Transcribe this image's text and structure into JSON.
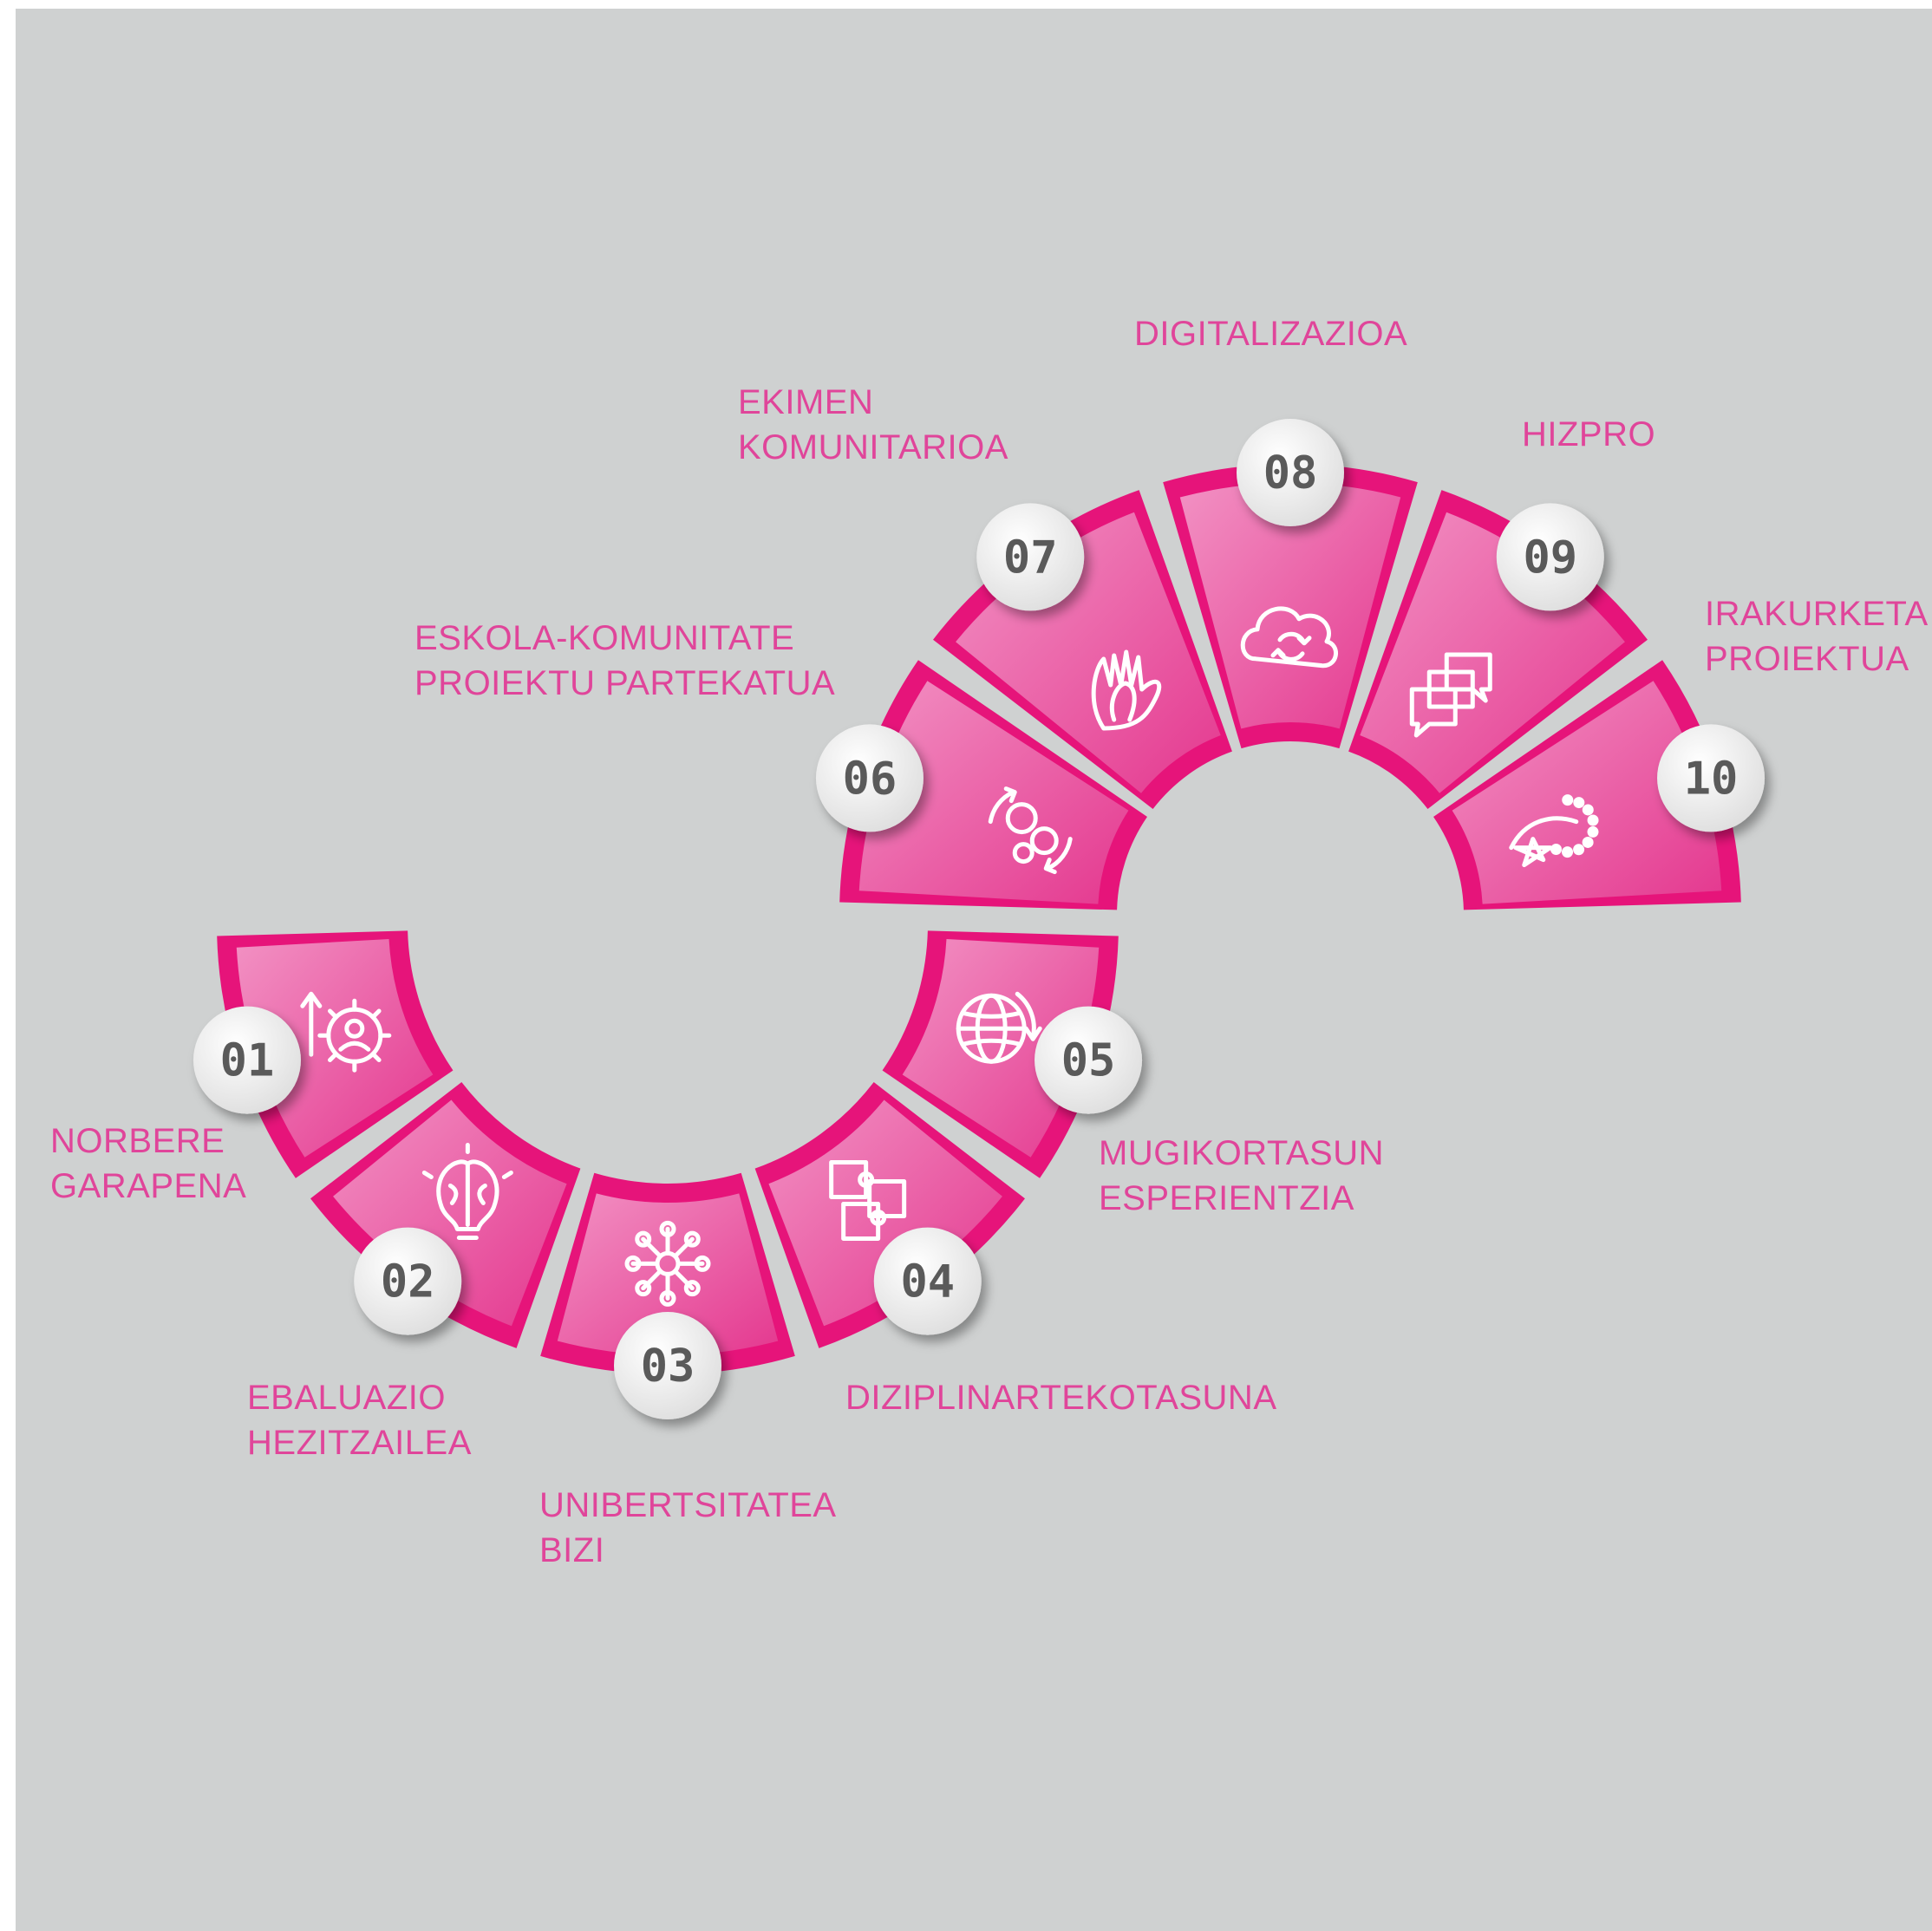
{
  "colors": {
    "background": "#cfd1d1",
    "segment_outer": "#e6147a",
    "segment_inner_light": "#f07ab5",
    "label": "#e0459a",
    "number_text": "#5a5a5a",
    "badge": "#f4f4f4"
  },
  "steps": [
    {
      "number": "01",
      "label_lines": [
        "NORBERE",
        "GARAPENA"
      ],
      "icon": "growth-gear-person-icon"
    },
    {
      "number": "02",
      "label_lines": [
        "EBALUAZIO",
        "HEZITZAILEA"
      ],
      "icon": "brain-lightbulb-icon"
    },
    {
      "number": "03",
      "label_lines": [
        "UNIBERTSITATEA",
        "BIZI"
      ],
      "icon": "network-nodes-icon"
    },
    {
      "number": "04",
      "label_lines": [
        "DIZIPLINARTEKOTASUNA"
      ],
      "icon": "puzzle-icon"
    },
    {
      "number": "05",
      "label_lines": [
        "MUGIKORTASUN",
        "ESPERIENTZIA"
      ],
      "icon": "globe-arrows-icon"
    },
    {
      "number": "06",
      "label_lines": [
        "ESKOLA-KOMUNITATE",
        "PROIEKTU PARTEKATUA"
      ],
      "icon": "gears-cycle-icon"
    },
    {
      "number": "07",
      "label_lines": [
        "EKIMEN",
        "KOMUNITARIOA"
      ],
      "icon": "helping-hands-icon"
    },
    {
      "number": "08",
      "label_lines": [
        "DIGITALIZAZIOA"
      ],
      "icon": "cloud-sync-icon"
    },
    {
      "number": "09",
      "label_lines": [
        "HIZPRO"
      ],
      "icon": "speech-bubbles-icon"
    },
    {
      "number": "10",
      "label_lines": [
        "IRAKURKETA",
        "PROIEKTUA"
      ],
      "icon": "reading-stars-icon"
    }
  ]
}
